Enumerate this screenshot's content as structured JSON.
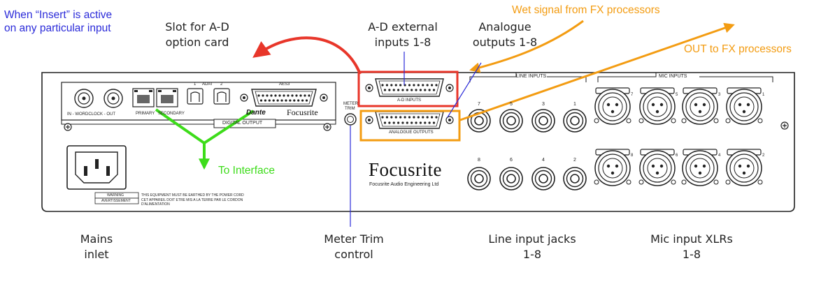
{
  "annotations": {
    "insert_note": [
      "When “Insert” is active",
      "on any particular input"
    ],
    "wet_signal": "Wet signal from FX processors",
    "out_to_fx": "OUT to FX processors",
    "to_interface": "To Interface",
    "slot_option_card": [
      "Slot for A-D",
      "option card"
    ],
    "ad_external": [
      "A-D external",
      "inputs 1-8"
    ],
    "analogue_outputs": [
      "Analogue",
      "outputs 1-8"
    ]
  },
  "captions": {
    "mains": [
      "Mains",
      "inlet"
    ],
    "meter_trim": [
      "Meter Trim",
      "control"
    ],
    "line_jacks": [
      "Line input jacks",
      "1-8"
    ],
    "mic_xlrs": [
      "Mic input XLRs",
      "1-8"
    ]
  },
  "panel": {
    "wordclock": "IN - WORDCLOCK - OUT",
    "primary": "PRIMARY",
    "secondary": "SECONDARY",
    "adat": "ADAT",
    "adat_1": "1",
    "adat_2": "2",
    "aes3": "AES3",
    "dante": "Dante",
    "focusrite_small": "Focusrite",
    "digital_output": "DIGITAL OUTPUT",
    "meter": "METER",
    "trim": "TRIM",
    "ad_inputs": "A-D INPUTS",
    "analogue_outputs_label": "ANALOGUE OUTPUTS",
    "line_inputs": "LINE INPUTS",
    "mic_inputs": "MIC INPUTS",
    "focusrite_brand": "Focusrite",
    "focusrite_sub": "Focusrite Audio Engineering Ltd",
    "warning": "WARNING",
    "avertissement": "AVERTISSEMENT",
    "warning_text": "THIS EQUIPMENT MUST BE EARTHED BY THE POWER CORD",
    "avert_text": [
      "CET APPAREIL DOIT ETRE MIS A LA TERRE PAR LE CORDON",
      "D'ALIMENTATION"
    ],
    "line_top": [
      "7",
      "5",
      "3",
      "1"
    ],
    "line_bottom": [
      "8",
      "6",
      "4",
      "2"
    ],
    "mic_top": [
      "7",
      "5",
      "3",
      "1"
    ],
    "mic_bottom": [
      "8",
      "6",
      "4",
      "2"
    ]
  },
  "colors": {
    "red": "#e8362a",
    "orange": "#f39c12",
    "green": "#3ddc1a",
    "blue": "#2b2bd9"
  }
}
